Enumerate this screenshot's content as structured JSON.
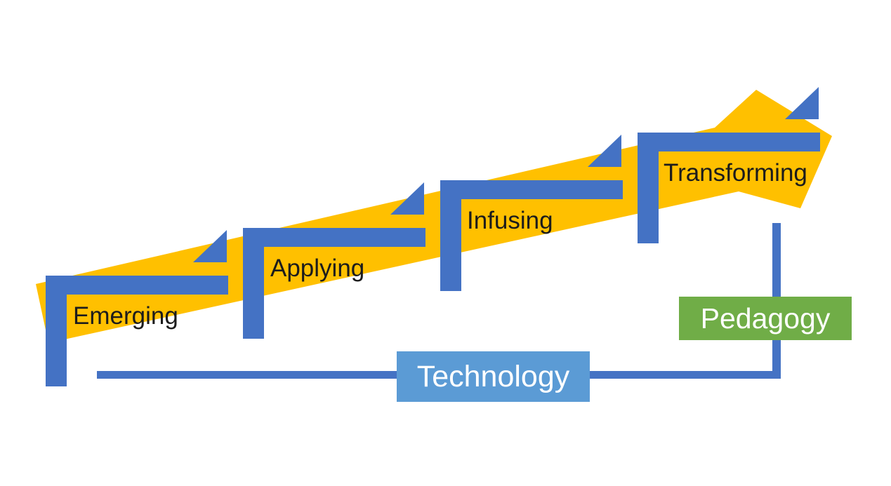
{
  "diagram": {
    "type": "staircase-arrow-progression",
    "description_visible_text_only": true,
    "stages": [
      {
        "label": "Emerging"
      },
      {
        "label": "Applying"
      },
      {
        "label": "Infusing"
      },
      {
        "label": "Transforming"
      }
    ],
    "axes": {
      "horizontal_label": "Technology",
      "vertical_label": "Pedagogy"
    }
  },
  "colors": {
    "arrow_yellow": "#FFC000",
    "step_blue": "#4472C4",
    "connector_blue": "#4472C4",
    "technology_fill": "#5B9BD5",
    "pedagogy_fill": "#70AD47",
    "stage_label_text": "#1C1C1C",
    "axis_box_text": "#FFFFFF",
    "background": "#FFFFFF"
  }
}
